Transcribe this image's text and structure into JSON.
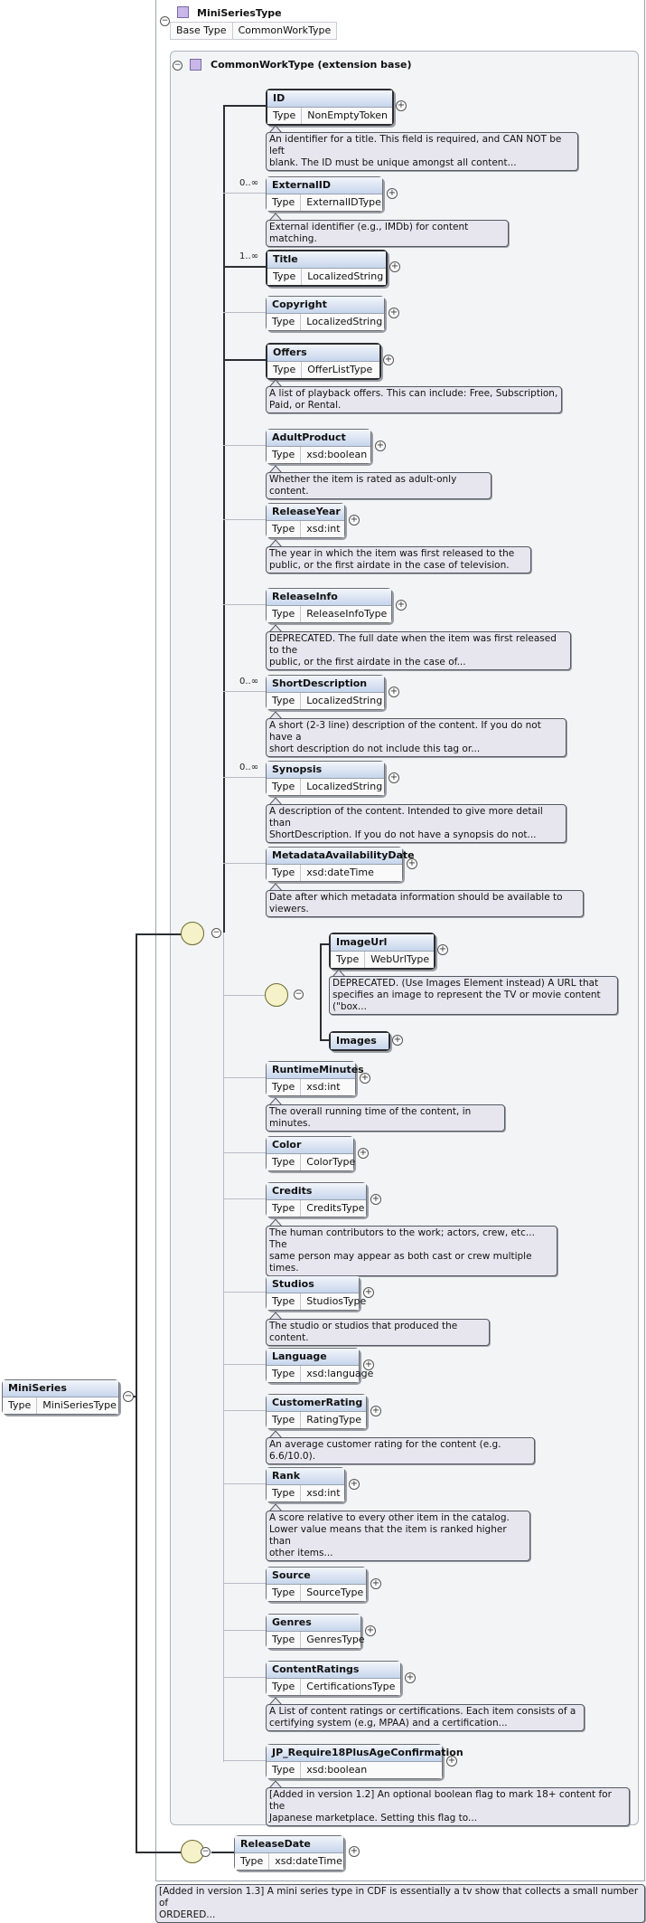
{
  "mini_series_type": {
    "title": "MiniSeriesType",
    "base_type_label": "Base Type",
    "base_type_value": "CommonWorkType"
  },
  "common_work_type": {
    "title": "CommonWorkType (extension base)"
  },
  "type_label": "Type",
  "elements": [
    {
      "name": "ID",
      "type": "NonEmptyToken",
      "card": "",
      "desc": [
        "An identifier for a title. This field is required, and CAN NOT be left",
        "blank. The ID must be unique amongst all content..."
      ]
    },
    {
      "name": "ExternalID",
      "type": "ExternalIDType",
      "card": "0..∞",
      "desc": [
        "External identifier (e.g., IMDb) for content matching."
      ]
    },
    {
      "name": "Title",
      "type": "LocalizedString",
      "card": "1..∞",
      "desc": []
    },
    {
      "name": "Copyright",
      "type": "LocalizedString",
      "card": "",
      "desc": []
    },
    {
      "name": "Offers",
      "type": "OfferListType",
      "card": "",
      "desc": [
        "A list of playback offers. This can include: Free, Subscription,",
        "Paid, or Rental."
      ]
    },
    {
      "name": "AdultProduct",
      "type": "xsd:boolean",
      "card": "",
      "desc": [
        "Whether the item is rated as adult-only content."
      ]
    },
    {
      "name": "ReleaseYear",
      "type": "xsd:int",
      "card": "",
      "desc": [
        "The year in which the item was first released to the",
        "public, or the first airdate in the case of television."
      ]
    },
    {
      "name": "ReleaseInfo",
      "type": "ReleaseInfoType",
      "card": "",
      "desc": [
        "DEPRECATED. The full date when the item was first released to the",
        "public, or the first airdate in the case of..."
      ]
    },
    {
      "name": "ShortDescription",
      "type": "LocalizedString",
      "card": "0..∞",
      "desc": [
        "A short (2-3 line) description of the content. If you do not have a",
        "short description do not include this tag or..."
      ]
    },
    {
      "name": "Synopsis",
      "type": "LocalizedString",
      "card": "0..∞",
      "desc": [
        "A description of the content. Intended to give more detail than",
        "ShortDescription. If you do not have a synopsis do not..."
      ]
    },
    {
      "name": "MetadataAvailabilityDate",
      "type": "xsd:dateTime",
      "card": "",
      "desc": [
        "Date after which metadata information should be available to",
        "viewers."
      ]
    }
  ],
  "choice": {
    "image_url": {
      "name": "ImageUrl",
      "type": "WebUrlType",
      "desc": [
        "DEPRECATED. (Use Images Element instead) A URL that",
        "specifies an image to represent the TV or movie content",
        "(\"box..."
      ]
    },
    "images": {
      "name": "Images"
    }
  },
  "elements2": [
    {
      "name": "RuntimeMinutes",
      "type": "xsd:int",
      "desc": [
        "The overall running time of the content, in minutes."
      ]
    },
    {
      "name": "Color",
      "type": "ColorType",
      "desc": []
    },
    {
      "name": "Credits",
      "type": "CreditsType",
      "desc": [
        "The human contributors to the work; actors, crew, etc... The",
        "same person may appear as both cast or crew multiple times."
      ]
    },
    {
      "name": "Studios",
      "type": "StudiosType",
      "desc": [
        "The studio or studios that produced the content."
      ]
    },
    {
      "name": "Language",
      "type": "xsd:language",
      "desc": []
    },
    {
      "name": "CustomerRating",
      "type": "RatingType",
      "desc": [
        "An average customer rating for the content (e.g. 6.6/10.0)."
      ]
    },
    {
      "name": "Rank",
      "type": "xsd:int",
      "desc": [
        "A score relative to every other item in the catalog.",
        "Lower value means that the item is ranked higher than",
        "other items..."
      ]
    },
    {
      "name": "Source",
      "type": "SourceType",
      "desc": []
    },
    {
      "name": "Genres",
      "type": "GenresType",
      "desc": []
    },
    {
      "name": "ContentRatings",
      "type": "CertificationsType",
      "desc": [
        "A List of content ratings or certifications. Each item consists of a",
        "certifying system (e.g, MPAA) and a certification..."
      ]
    },
    {
      "name": "JP_Require18PlusAgeConfirmation",
      "type": "xsd:boolean",
      "desc": [
        "[Added in version 1.2] An optional boolean flag to mark 18+ content for the",
        "Japanese marketplace. Setting this flag to..."
      ]
    }
  ],
  "release_date": {
    "name": "ReleaseDate",
    "type": "xsd:dateTime"
  },
  "mini_series": {
    "name": "MiniSeries",
    "type": "MiniSeriesType"
  },
  "footer_desc": [
    "[Added in version 1.3] A mini series type in CDF is essentially a tv show that collects a small number of",
    "ORDERED..."
  ]
}
